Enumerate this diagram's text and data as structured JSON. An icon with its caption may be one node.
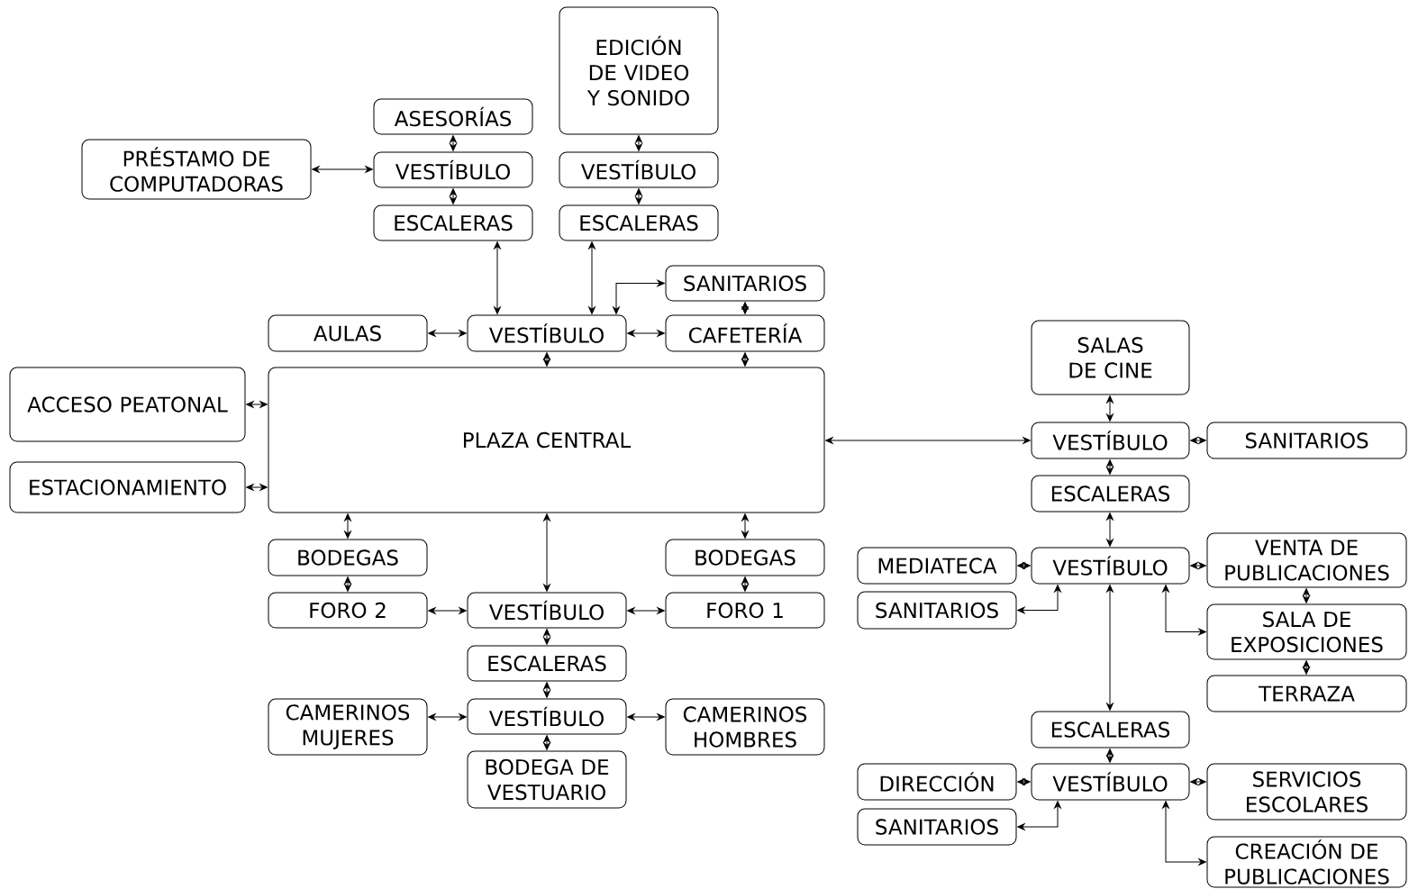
{
  "diagram": {
    "nodes": [
      {
        "text": [
          "PRÉSTAMO DE COMPUTADORAS"
        ]
      },
      {
        "text": [
          "ASESORÍAS"
        ]
      },
      {
        "text": [
          "VESTÍBULO"
        ]
      },
      {
        "text": [
          "ESCALERAS"
        ]
      },
      {
        "text": [
          "EDICIÓN DE VIDEO Y SONIDO"
        ]
      },
      {
        "text": [
          "VESTÍBULO"
        ]
      },
      {
        "text": [
          "ESCALERAS"
        ]
      },
      {
        "text": [
          "SANITARIOS"
        ]
      },
      {
        "text": [
          "AULAS"
        ]
      },
      {
        "text": [
          "VESTÍBULO"
        ]
      },
      {
        "text": [
          "CAFETERÍA"
        ]
      },
      {
        "text": [
          "ACCESO PEATONAL"
        ]
      },
      {
        "text": [
          "ESTACIONAMIENTO"
        ]
      },
      {
        "text": [
          "PLAZA CENTRAL"
        ]
      },
      {
        "text": [
          "BODEGAS"
        ]
      },
      {
        "text": [
          "BODEGAS"
        ]
      },
      {
        "text": [
          "FORO 2"
        ]
      },
      {
        "text": [
          "VESTÍBULO"
        ]
      },
      {
        "text": [
          "FORO 1"
        ]
      },
      {
        "text": [
          "ESCALERAS"
        ]
      },
      {
        "text": [
          "CAMERINOS MUJERES"
        ]
      },
      {
        "text": [
          "VESTÍBULO"
        ]
      },
      {
        "text": [
          "CAMERINOS HOMBRES"
        ]
      },
      {
        "text": [
          "BODEGA DE VESTUARIO"
        ]
      },
      {
        "text": [
          "SALAS DE CINE"
        ]
      },
      {
        "text": [
          "VESTÍBULO"
        ]
      },
      {
        "text": [
          "SANITARIOS"
        ]
      },
      {
        "text": [
          "ESCALERAS"
        ]
      },
      {
        "text": [
          "MEDIATECA"
        ]
      },
      {
        "text": [
          "VESTÍBULO"
        ]
      },
      {
        "text": [
          "VENTA DE PUBLICACIONES"
        ]
      },
      {
        "text": [
          "SANITARIOS"
        ]
      },
      {
        "text": [
          "SALA DE EXPOSICIONES"
        ]
      },
      {
        "text": [
          "TERRAZA"
        ]
      },
      {
        "text": [
          "ESCALERAS"
        ]
      },
      {
        "text": [
          "DIRECCIÓN"
        ]
      },
      {
        "text": [
          "VESTÍBULO"
        ]
      },
      {
        "text": [
          "SERVICIOS ESCOLARES"
        ]
      },
      {
        "text": [
          "SANITARIOS"
        ]
      },
      {
        "text": [
          "CREACIÓN DE PUBLICACIONES"
        ]
      }
    ],
    "edges": [
      {
        "from": 0,
        "to": 2,
        "arrow": "both"
      },
      {
        "from": 1,
        "to": 2,
        "arrow": "both"
      },
      {
        "from": 2,
        "to": 3,
        "arrow": "both"
      },
      {
        "from": 4,
        "to": 5,
        "arrow": "both"
      },
      {
        "from": 5,
        "to": 6,
        "arrow": "both"
      },
      {
        "from": 3,
        "to": 9,
        "arrow": "both"
      },
      {
        "from": 6,
        "to": 9,
        "arrow": "both"
      },
      {
        "from": 9,
        "to": 7,
        "arrow": "both"
      },
      {
        "from": 7,
        "to": 10,
        "arrow": "both"
      },
      {
        "from": 8,
        "to": 9,
        "arrow": "both"
      },
      {
        "from": 9,
        "to": 10,
        "arrow": "both"
      },
      {
        "from": 9,
        "to": 13,
        "arrow": "both"
      },
      {
        "from": 10,
        "to": 13,
        "arrow": "both"
      },
      {
        "from": 11,
        "to": 13,
        "arrow": "both"
      },
      {
        "from": 12,
        "to": 13,
        "arrow": "both"
      },
      {
        "from": 13,
        "to": 25,
        "arrow": "both"
      },
      {
        "from": 13,
        "to": 14,
        "arrow": "both"
      },
      {
        "from": 13,
        "to": 17,
        "arrow": "both"
      },
      {
        "from": 13,
        "to": 15,
        "arrow": "both"
      },
      {
        "from": 14,
        "to": 16,
        "arrow": "both"
      },
      {
        "from": 15,
        "to": 18,
        "arrow": "both"
      },
      {
        "from": 16,
        "to": 17,
        "arrow": "both"
      },
      {
        "from": 17,
        "to": 18,
        "arrow": "both"
      },
      {
        "from": 17,
        "to": 19,
        "arrow": "both"
      },
      {
        "from": 19,
        "to": 21,
        "arrow": "both"
      },
      {
        "from": 20,
        "to": 21,
        "arrow": "both"
      },
      {
        "from": 21,
        "to": 22,
        "arrow": "both"
      },
      {
        "from": 21,
        "to": 23,
        "arrow": "both"
      },
      {
        "from": 24,
        "to": 25,
        "arrow": "both"
      },
      {
        "from": 25,
        "to": 26,
        "arrow": "both"
      },
      {
        "from": 25,
        "to": 27,
        "arrow": "both"
      },
      {
        "from": 27,
        "to": 29,
        "arrow": "both"
      },
      {
        "from": 28,
        "to": 29,
        "arrow": "both"
      },
      {
        "from": 29,
        "to": 30,
        "arrow": "both"
      },
      {
        "from": 29,
        "to": 31,
        "arrow": "both"
      },
      {
        "from": 29,
        "to": 32,
        "arrow": "both"
      },
      {
        "from": 30,
        "to": 32,
        "arrow": "both"
      },
      {
        "from": 32,
        "to": 33,
        "arrow": "both"
      },
      {
        "from": 29,
        "to": 34,
        "arrow": "both"
      },
      {
        "from": 34,
        "to": 36,
        "arrow": "both"
      },
      {
        "from": 35,
        "to": 36,
        "arrow": "both"
      },
      {
        "from": 36,
        "to": 37,
        "arrow": "both"
      },
      {
        "from": 36,
        "to": 38,
        "arrow": "both"
      },
      {
        "from": 36,
        "to": 39,
        "arrow": "both"
      }
    ]
  }
}
